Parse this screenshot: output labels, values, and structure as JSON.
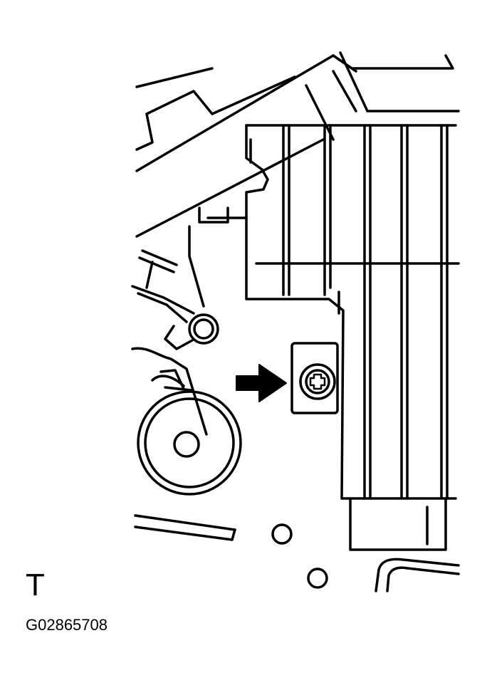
{
  "figure": {
    "view_letter": "T",
    "figure_code": "G02865708"
  },
  "style": {
    "line_color": "#000000",
    "background_color": "#ffffff"
  },
  "callouts": {
    "pointer": "arrow-pointing-at-screw"
  }
}
